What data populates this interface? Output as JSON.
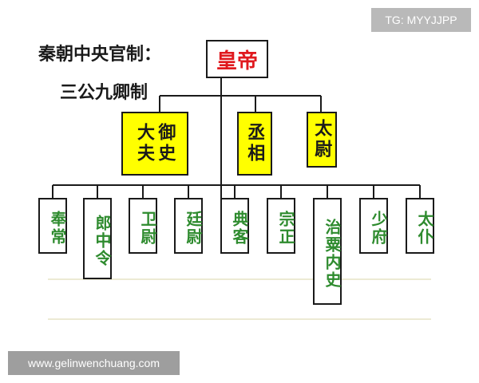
{
  "header": {
    "title": "秦朝中央官制：",
    "subtitle": "三公九卿制"
  },
  "watermarks": {
    "top": "TG: MYYJJPP",
    "bottom": "www.gelinwenchuang.com"
  },
  "chart": {
    "root": "皇帝",
    "three_ducal": [
      "御史大夫",
      "丞相",
      "太尉"
    ],
    "nine_ministers": [
      "奉常",
      "郎中令",
      "卫尉",
      "廷尉",
      "典客",
      "宗正",
      "治粟内史",
      "少府",
      "太仆"
    ]
  },
  "colors": {
    "root_text": "#e0191e",
    "ducal_fill": "#ffff00",
    "minister_text": "#2e8b2e",
    "rule_line": "#d8d4a8"
  }
}
